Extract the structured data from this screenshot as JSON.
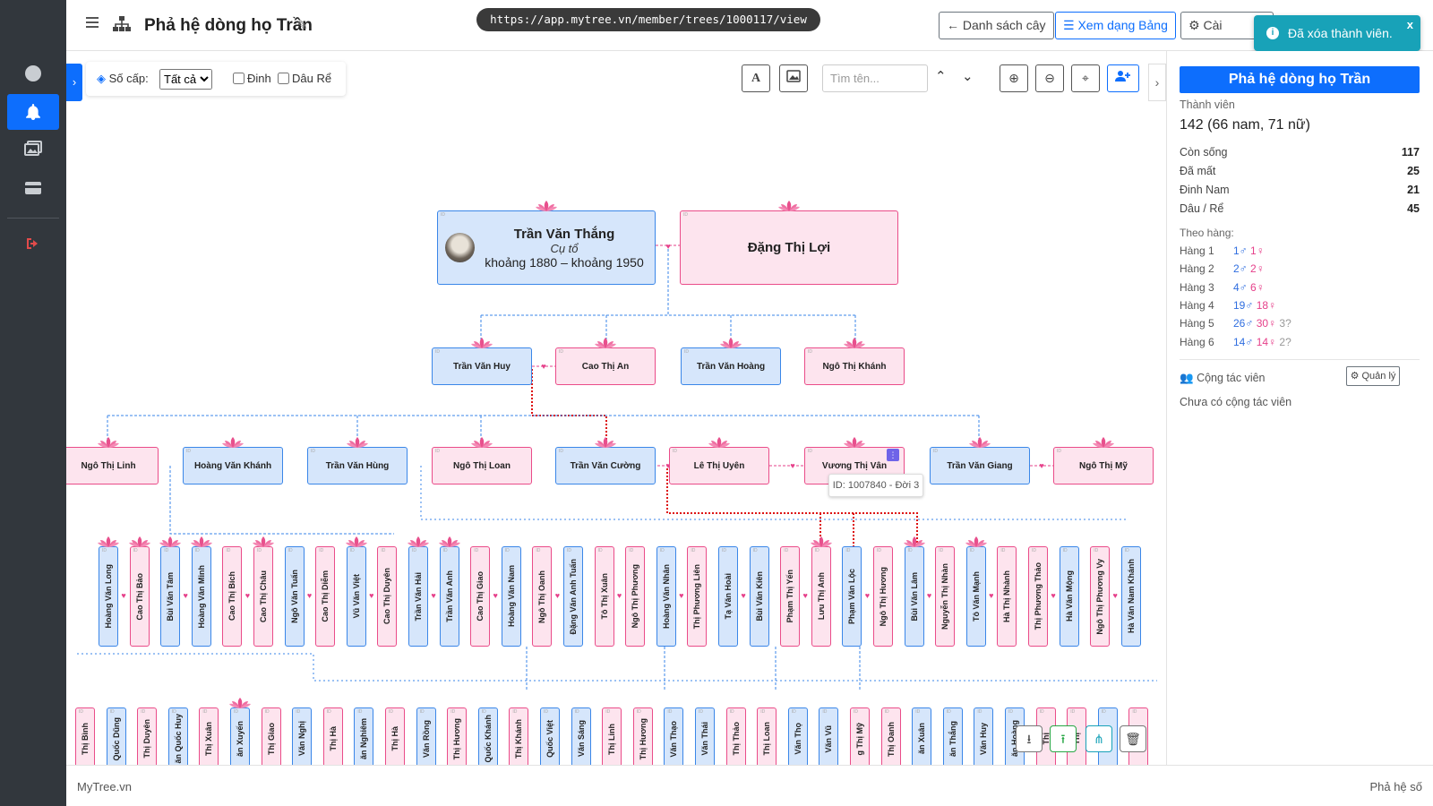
{
  "header": {
    "title": "Phả hệ dòng họ Trần",
    "url": "https://app.mytree.vn/member/trees/1000117/view",
    "btn_list": "Danh sách cây",
    "btn_table": "Xem dạng Bảng",
    "btn_settings": "Cài"
  },
  "toast": {
    "message": "Đã xóa thành viên."
  },
  "controls": {
    "level_label": "Số cấp:",
    "level_value": "Tất cả",
    "check_dinh": "Đinh",
    "check_dau_re": "Dâu Rể",
    "search_placeholder": "Tìm tên..."
  },
  "tree": {
    "root": {
      "name": "Trần Văn Thắng",
      "role": "Cụ tổ",
      "years": "khoảng 1880 – khoảng 1950"
    },
    "spouse": {
      "name": "Đặng Thị Lợi"
    },
    "gen2": [
      "Trần Văn Huy",
      "Cao Thị An",
      "Trần Văn Hoàng",
      "Ngô Thị Khánh"
    ],
    "gen3": [
      "Ngô Thị Linh",
      "Hoàng Văn Khánh",
      "Trần Văn Hùng",
      "Ngô Thị Loan",
      "Trần Văn Cường",
      "Lê Thị Uyên",
      "Vương Thị Vân",
      "Trần Văn Giang",
      "Ngô Thị Mỹ"
    ],
    "gen4": [
      "Hoàng Văn Long",
      "Cao Thị Bảo",
      "Bùi Văn Tâm",
      "Hoàng Văn Minh",
      "Cao Thị Bích",
      "Cao Thị Châu",
      "Ngô Văn Tuấn",
      "Cao Thị Diễm",
      "Vũ Văn Việt",
      "Cao Thị Duyên",
      "Trần Văn Hải",
      "Trần Văn Anh",
      "Cao Thị Giao",
      "Hoàng Văn Nam",
      "Ngô Thị Oanh",
      "Đặng Văn Anh Tuấn",
      "Tô Thị Xuân",
      "Ngô Thị Phương",
      "Hoàng Văn Nhân",
      "Thị Phương Liên",
      "Tạ Văn Hoài",
      "Bùi Văn Kiên",
      "Phạm Thị Yến",
      "Lưu Thị Anh",
      "Phạm Văn Lộc",
      "Ngô Thị Hương",
      "Bùi Văn Lâm",
      "Nguyễn Thị Nhàn",
      "Tô Văn Mạnh",
      "Hà Thị Nhành",
      "Thị Phương Thảo",
      "Hà Văn Mộng",
      "Ngô Thị Phương Vy",
      "Hà Văn Nam Khánh"
    ],
    "gen5": [
      "Thị Bình",
      "Quốc Dũng",
      "Thị Duyên",
      "ăn Quốc Huy",
      "Thị Xuân",
      "ăn Xuyến",
      "Thị Giao",
      "Văn Nghị",
      "Thị Hà",
      "ăn Nghiêm",
      "Thị Hà",
      "Văn Rồng",
      "Thị Hương",
      "Quốc Khánh",
      "Thị Khánh",
      "Quốc Việt",
      "Văn Sáng",
      "Thị Linh",
      "Thị Hương",
      "Văn Thạo",
      "Văn Thái",
      "Thị Thảo",
      "Thị Loan",
      "Văn Thọ",
      "Văn Vũ",
      "g Thị Mỹ",
      "Thị Oanh",
      "ăn Xuân",
      "ăn Thắng",
      "Văn Huy",
      "ăn Hoàng",
      "Thị",
      "Thị",
      "ông",
      "Thị"
    ],
    "tooltip": "ID: 1007840 - Đời 3"
  },
  "stats": {
    "panel_title": "Phả hệ dòng họ Trần",
    "members_label": "Thành viên",
    "members_value": "142 (66 nam, 71 nữ)",
    "alive_label": "Còn sống",
    "alive": "117",
    "dead_label": "Đã mất",
    "dead": "25",
    "dinh_label": "Đinh Nam",
    "dinh": "21",
    "dau_re_label": "Dâu / Rể",
    "dau_re": "45",
    "by_gen_label": "Theo hàng:",
    "generations": [
      {
        "label": "Hàng 1",
        "male": "1♂",
        "female": "1♀",
        "unknown": ""
      },
      {
        "label": "Hàng 2",
        "male": "2♂",
        "female": "2♀",
        "unknown": ""
      },
      {
        "label": "Hàng 3",
        "male": "4♂",
        "female": "6♀",
        "unknown": ""
      },
      {
        "label": "Hàng 4",
        "male": "19♂",
        "female": "18♀",
        "unknown": ""
      },
      {
        "label": "Hàng 5",
        "male": "26♂",
        "female": "30♀",
        "unknown": "3?"
      },
      {
        "label": "Hàng 6",
        "male": "14♂",
        "female": "14♀",
        "unknown": "2?"
      }
    ],
    "collab_label": "Cộng tác viên",
    "manage_btn": "Quản lý",
    "no_collab": "Chưa có cộng tác viên"
  },
  "footer": {
    "left": "MyTree.vn",
    "right": "Phả hệ số"
  }
}
